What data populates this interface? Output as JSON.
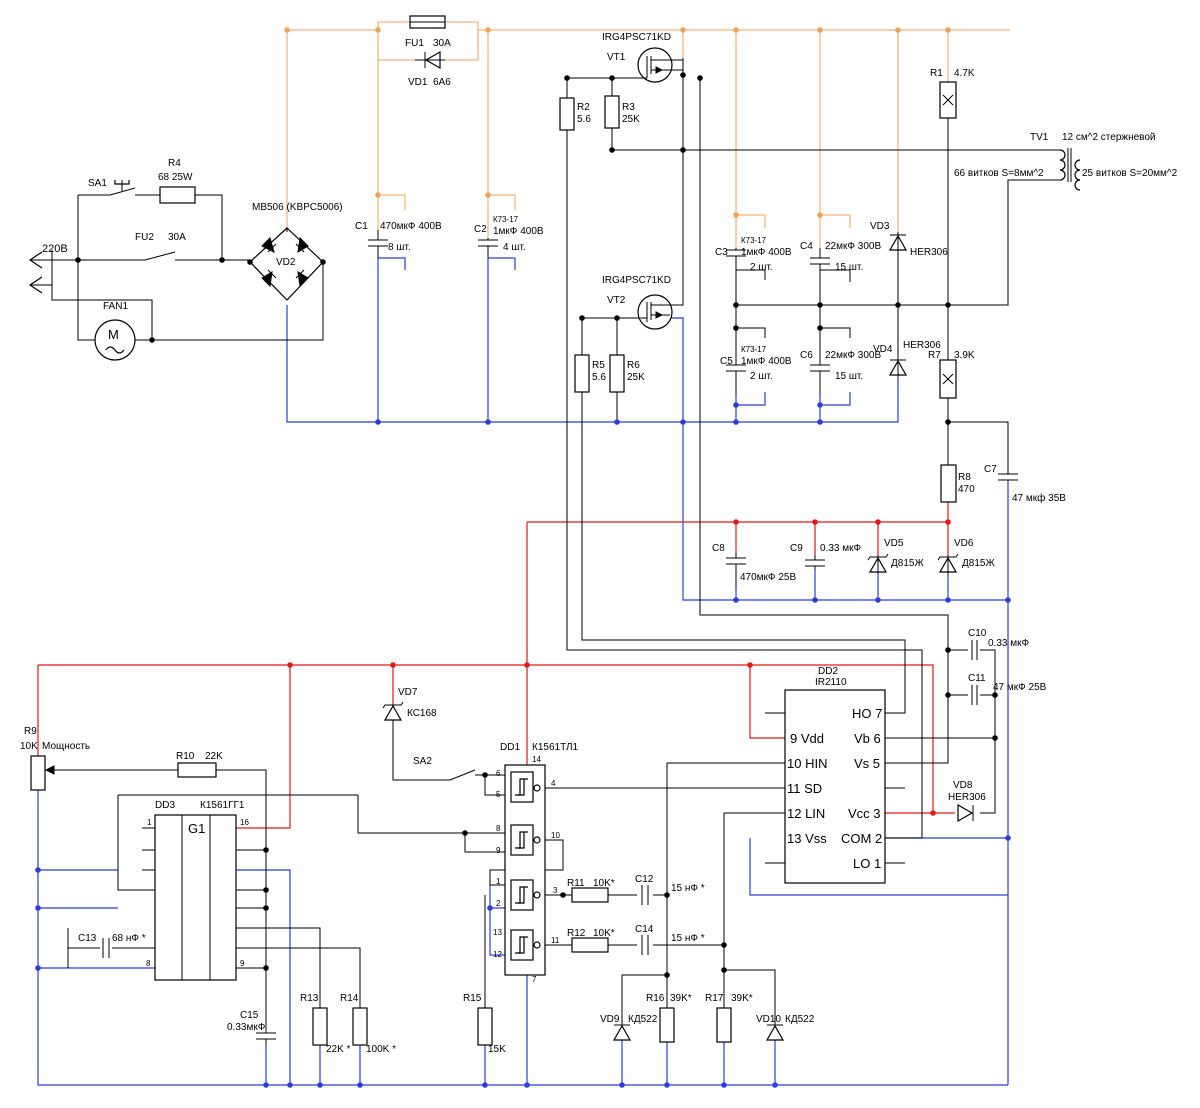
{
  "power": {
    "mains": "220В",
    "sa1": "SA1",
    "r4": "R4",
    "r4_val": "68  25W",
    "fu2": "FU2",
    "fu2_val": "30A",
    "fan": "FAN1",
    "fan_symbol": "M"
  },
  "bridge": {
    "name": "MB506  (KBPC5006)",
    "ref": "VD2"
  },
  "fuse_block": {
    "fu1": "FU1",
    "fu1_val": "30A",
    "vd1": "VD1",
    "vd1_val": "6A6"
  },
  "caps_in": {
    "c1": "C1",
    "c1_val": "470мкФ 400В",
    "c1_qty": "8 шт.",
    "c2": "C2",
    "c2_type": "К73-17",
    "c2_val": "1мкФ 400В",
    "c2_qty": "4 шт."
  },
  "switches": {
    "vt1_type": "IRG4PSC71KD",
    "vt1": "VT1",
    "vt2_type": "IRG4PSC71KD",
    "vt2": "VT2",
    "r2": "R2",
    "r2_val": "5.6",
    "r3": "R3",
    "r3_val": "25K",
    "r5": "R5",
    "r5_val": "5.6",
    "r6": "R6",
    "r6_val": "25K"
  },
  "caps_half": {
    "c3": "C3",
    "c3_type": "К73-17",
    "c3_val": "1мкФ 400В",
    "c3_qty": "2 шт.",
    "c4": "C4",
    "c4_val": "22мкФ 300В",
    "c4_qty": "15 шт.",
    "c5": "C5",
    "c5_type": "К73-17",
    "c5_val": "1мкФ 400В",
    "c5_qty": "2 шт.",
    "c6": "C6",
    "c6_val": "22мкФ 300В",
    "c6_qty": "15 шт.",
    "vd3": "VD3",
    "vd3_val": "HER306",
    "vd4": "VD4",
    "vd4_val": "HER306"
  },
  "transformer": {
    "tv1": "TV1",
    "core": "12 см^2 стержневой",
    "primary": "66 витков  S=8мм^2",
    "secondary": "25 витков  S=20мм^2"
  },
  "supply": {
    "r1": "R1",
    "r1_val": "4.7K",
    "r7": "R7",
    "r7_val": "3.9K",
    "r8": "R8",
    "r8_val": "470",
    "c7": "C7",
    "c7_val": "47 мкф 35В",
    "c8": "C8",
    "c8_val": "470мкФ 25В",
    "c9": "C9",
    "c9_val": "0.33 мкФ",
    "vd5": "VD5",
    "vd5_val": "Д815Ж",
    "vd6": "VD6",
    "vd6_val": "Д815Ж"
  },
  "driver": {
    "dd2": "DD2",
    "type": "IR2110",
    "pins_left": [
      "9 Vdd",
      "10 HIN",
      "11 SD",
      "12 LIN",
      "13 Vss"
    ],
    "pins_right": [
      "HO 7",
      "Vb 6",
      "Vs 5",
      "Vcc 3",
      "COM 2",
      "LO 1"
    ],
    "c10": "C10",
    "c10_val": "0.33 мкФ",
    "c11": "C11",
    "c11_val": "47 мкФ 25В",
    "vd8": "VD8",
    "vd8_val": "HER306"
  },
  "logic": {
    "dd1": "DD1",
    "dd1_type": "К1561ТЛ1",
    "pins": [
      "14",
      "6",
      "5",
      "4",
      "8",
      "9",
      "10",
      "1",
      "2",
      "3",
      "13",
      "12",
      "11",
      "7"
    ],
    "vd7": "VD7",
    "vd7_val": "КС168",
    "sa2": "SA2",
    "r11": "R11",
    "r11_val": "10K*",
    "r12": "R12",
    "r12_val": "10K*",
    "c12": "C12",
    "c12_val": "15 нФ *",
    "c14": "C14",
    "c14_val": "15 нФ *",
    "r15": "R15",
    "r15_val": "15K",
    "r16": "R16",
    "r16_val": "39K*",
    "r17": "R17",
    "r17_val": "39K*",
    "vd9": "VD9",
    "vd9_val": "КД522",
    "vd10": "VD10",
    "vd10_val": "КД522"
  },
  "gen": {
    "dd3": "DD3",
    "dd3_type": "К1561ГГ1",
    "g1": "G1",
    "pin1": "1",
    "pin16": "16",
    "pin8": "8",
    "pin9": "9",
    "r9": "R9",
    "r9_val": "10K",
    "power_label": "Мощность",
    "r10": "R10",
    "r10_val": "22K",
    "c13": "C13",
    "c13_val": "68 нФ *",
    "c15": "C15",
    "c15_val": "0.33мкФ",
    "r13": "R13",
    "r13_val": "22K *",
    "r14": "R14",
    "r14_val": "100K *"
  }
}
